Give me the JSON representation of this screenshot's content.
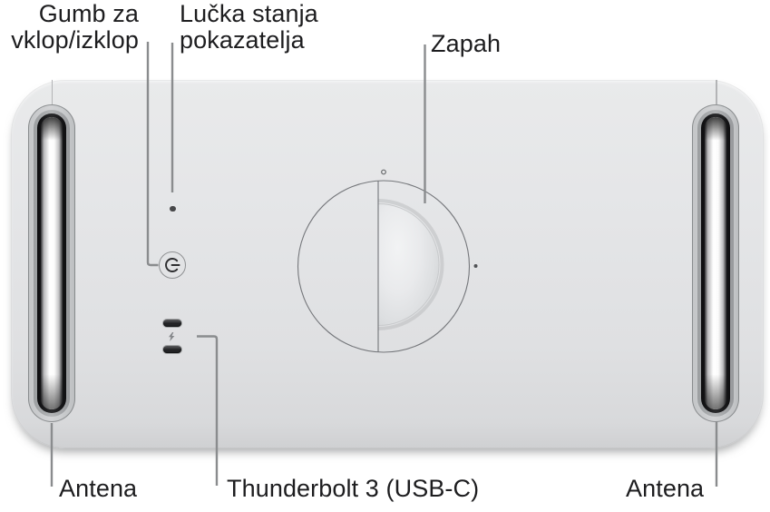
{
  "figure": {
    "labels": {
      "power_button": {
        "line1": "Gumb za",
        "line2": "vklop/izklop"
      },
      "status_light": {
        "line1": "Lučka stanja",
        "line2": "pokazatelja"
      },
      "latch": "Zapah",
      "antenna_left": "Antena",
      "thunderbolt": "Thunderbolt 3 (USB-C)",
      "antenna_right": "Antena"
    },
    "icons": {
      "power": "power-standby-symbol",
      "thunderbolt": "lightning-bolt",
      "status": "led-dot",
      "latch_unlock_marker": "small-circle",
      "latch_lock_marker": "small-dot"
    },
    "colors": {
      "background": "#ffffff",
      "chassis": "#e2e3e5",
      "callout_line": "#8a8c8e",
      "label_text": "#1d1d1f",
      "latch_outline": "#75777a",
      "port_slot": "#28292b",
      "antenna_dark_ring": "#141416"
    }
  }
}
